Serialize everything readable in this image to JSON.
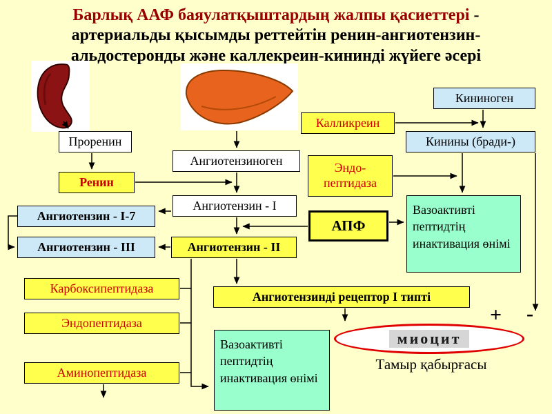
{
  "slide": {
    "background": "#FFFFCC",
    "title": {
      "red": "Барлық ААФ баяулатқыштардың жалпы қасиеттері",
      "rest": " - артериальды қысымды реттейтін ренин-ангиотензин-альдостеронды және каллекреин-кининді жүйеге әсері"
    }
  },
  "colors": {
    "title_accent": "#990000",
    "box_yellow": "#FFFF4D",
    "box_blue": "#CDE9F8",
    "box_green": "#99FFCC",
    "red_text": "#CC0000",
    "myocyte_border": "#E00000"
  },
  "images": {
    "kidney": "kidney-illustration",
    "liver": "liver-illustration"
  },
  "boxes": {
    "kininogen": "Кининоген",
    "kallikrein": "Калликреин",
    "kinins": "Кинины (бради-)",
    "prorenin": "Проренин",
    "angiotensinogen": "Ангиотензиноген",
    "endopeptidase_top": "Эндо-\nпептидаза",
    "renin": "Ренин",
    "angiotensin_i": "Ангиотензин - I",
    "ace": "АПФ",
    "angiotensin_i7": "Ангиотензин - I-7",
    "vasoactive_right": "Вазоактивті пептидтің инактивация өнімі",
    "angiotensin_iii": "Ангиотензин - III",
    "angiotensin_ii": "Ангиотензин - II",
    "carboxypeptidase": "Карбоксипептидаза",
    "at1_receptor": "Ангиотензинді рецептор I типті",
    "endopeptidase_left": "Эндопептидаза",
    "aminopeptidase": "Аминопептидаза",
    "vasoactive_bottom": "Вазоактивті пептидтің инактивация өнімі",
    "myocyte": "миоцит",
    "vessel_wall": "Тамыр қабырғасы",
    "plus_sign": "+",
    "minus_sign": "-"
  }
}
